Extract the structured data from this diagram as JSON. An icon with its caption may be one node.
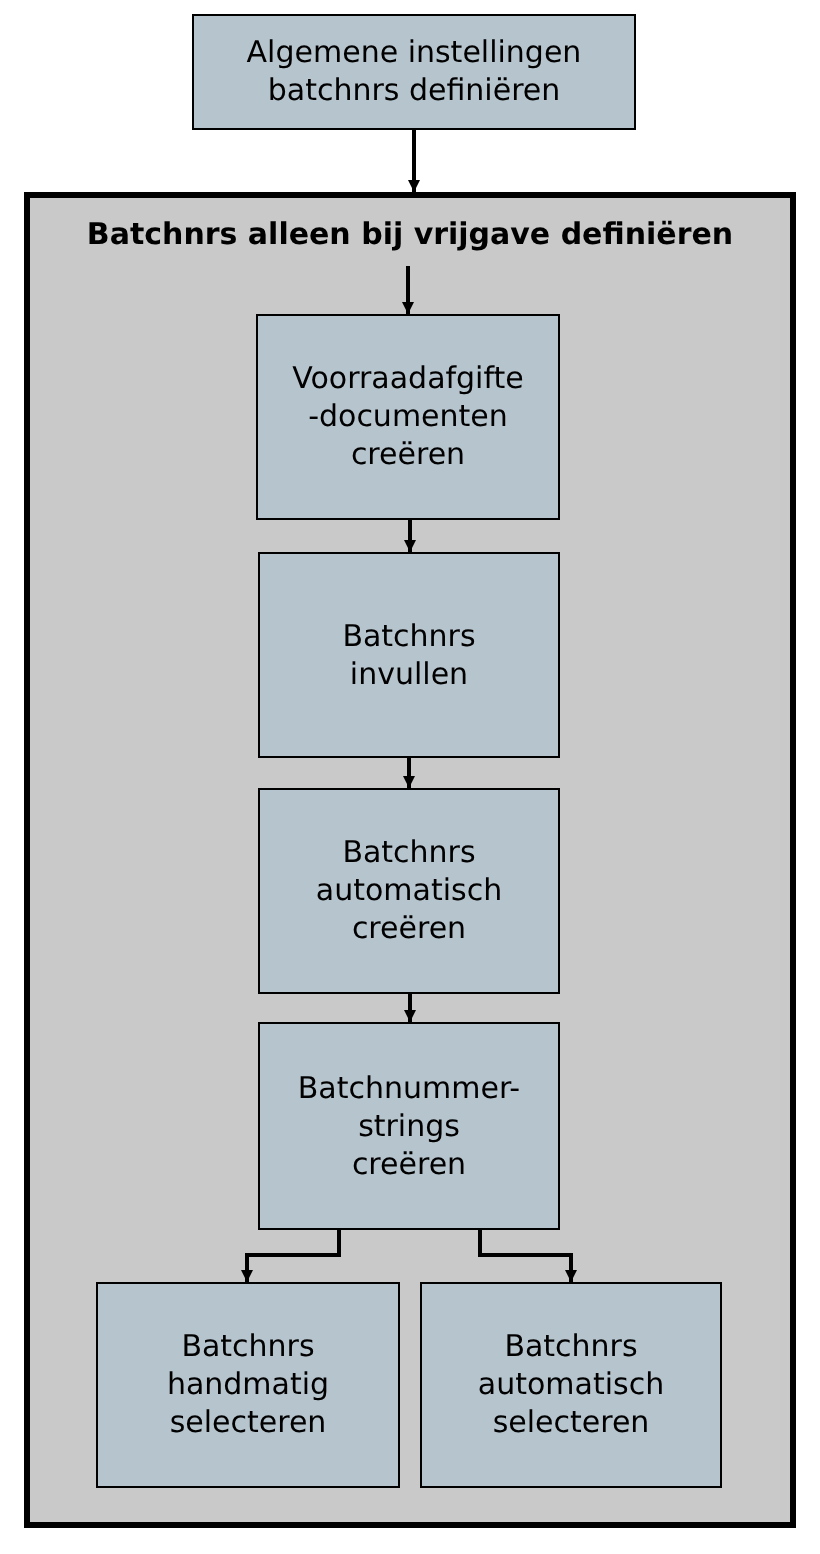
{
  "diagram": {
    "nodes": [
      {
        "text": [
          "Algemene instellingen batchnrs definiëren"
        ]
      },
      {
        "text": [
          "Batchnrs alleen bij vrijgave definiëren"
        ]
      },
      {
        "text": [
          "Voorraadafgifte -documenten creëren"
        ],
        "in": 1
      },
      {
        "text": [
          "Batchnrs invullen"
        ],
        "in": 1
      },
      {
        "text": [
          "Batchnrs automatisch creëren"
        ],
        "in": 1
      },
      {
        "text": [
          "Batchnummer-strings creëren"
        ],
        "in": 1
      },
      {
        "text": [
          "Batchnrs handmatig selecteren"
        ],
        "in": 1
      },
      {
        "text": [
          "Batchnrs automatisch selecteren"
        ],
        "in": 1
      }
    ],
    "edges": [
      {
        "from": 0,
        "to": 1,
        "arrow": "to"
      },
      {
        "from": null,
        "to": 2,
        "arrow": "to"
      },
      {
        "from": 2,
        "to": 3,
        "arrow": "to"
      },
      {
        "from": 3,
        "to": 4,
        "arrow": "to"
      },
      {
        "from": 4,
        "to": 5,
        "arrow": "to"
      },
      {
        "from": 5,
        "to": 6,
        "arrow": "to"
      },
      {
        "from": 5,
        "to": 7,
        "arrow": "to"
      }
    ]
  }
}
